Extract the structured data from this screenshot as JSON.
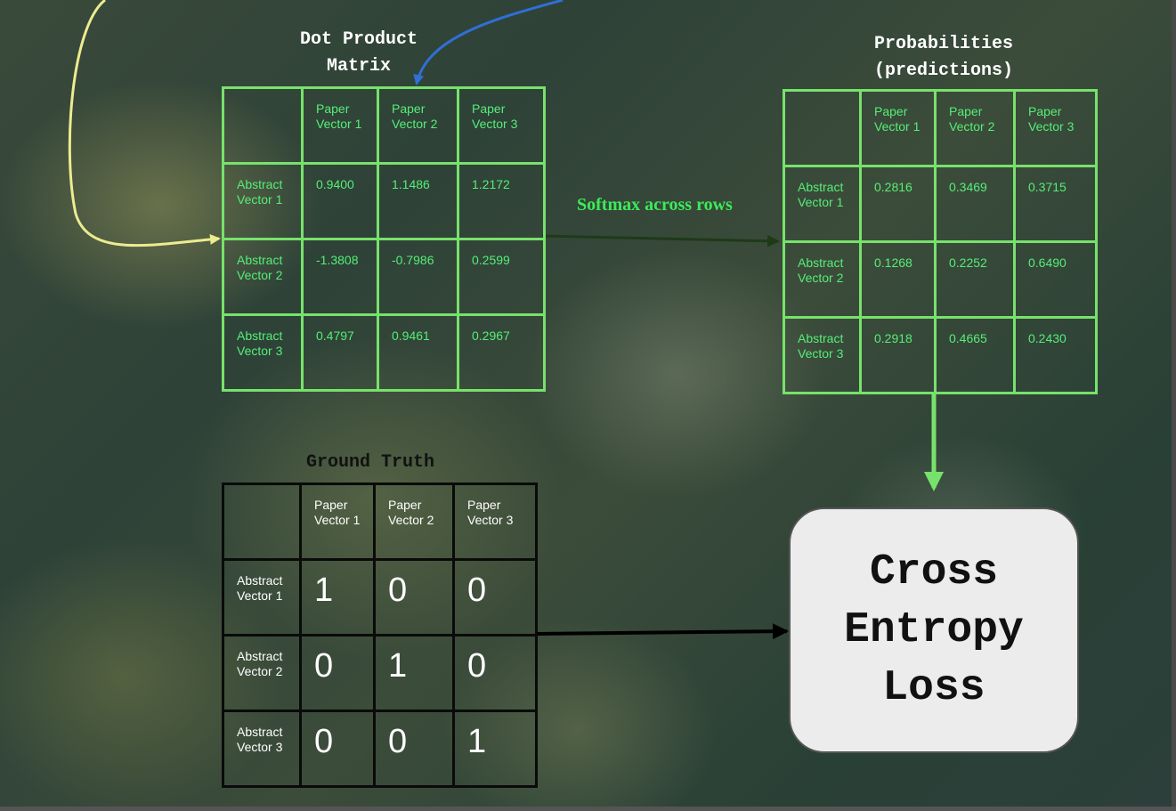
{
  "dot_product": {
    "title": "Dot Product\nMatrix",
    "columns": [
      "Paper\nVector 1",
      "Paper\nVector 2",
      "Paper\nVector 3"
    ],
    "rows": [
      {
        "label": "Abstract\nVector 1",
        "values": [
          "0.9400",
          "1.1486",
          "1.2172"
        ]
      },
      {
        "label": "Abstract\nVector 2",
        "values": [
          "-1.3808",
          "-0.7986",
          "0.2599"
        ]
      },
      {
        "label": "Abstract\nVector 3",
        "values": [
          "0.4797",
          "0.9461",
          "0.2967"
        ]
      }
    ]
  },
  "probabilities": {
    "title": "Probabilities\n(predictions)",
    "columns": [
      "Paper\nVector 1",
      "Paper\nVector 2",
      "Paper\nVector 3"
    ],
    "rows": [
      {
        "label": "Abstract\nVector 1",
        "values": [
          "0.2816",
          "0.3469",
          "0.3715"
        ]
      },
      {
        "label": "Abstract\nVector 2",
        "values": [
          "0.1268",
          "0.2252",
          "0.6490"
        ]
      },
      {
        "label": "Abstract\nVector 3",
        "values": [
          "0.2918",
          "0.4665",
          "0.2430"
        ]
      }
    ]
  },
  "ground_truth": {
    "title": "Ground Truth",
    "columns": [
      "Paper\nVector 1",
      "Paper\nVector 2",
      "Paper\nVector 3"
    ],
    "rows": [
      {
        "label": "Abstract\nVector 1",
        "values": [
          "1",
          "0",
          "0"
        ]
      },
      {
        "label": "Abstract\nVector 2",
        "values": [
          "0",
          "1",
          "0"
        ]
      },
      {
        "label": "Abstract\nVector 3",
        "values": [
          "0",
          "0",
          "1"
        ]
      }
    ]
  },
  "softmax_label": "Softmax across rows",
  "loss_box": {
    "label": "Cross\nEntropy\nLoss"
  },
  "colors": {
    "green_grid": "#77e26b",
    "green_text": "#55ee77",
    "yellow_arrow": "#ecec90",
    "blue_arrow": "#2f6fd6",
    "dark_arrow": "#1f3a18"
  }
}
